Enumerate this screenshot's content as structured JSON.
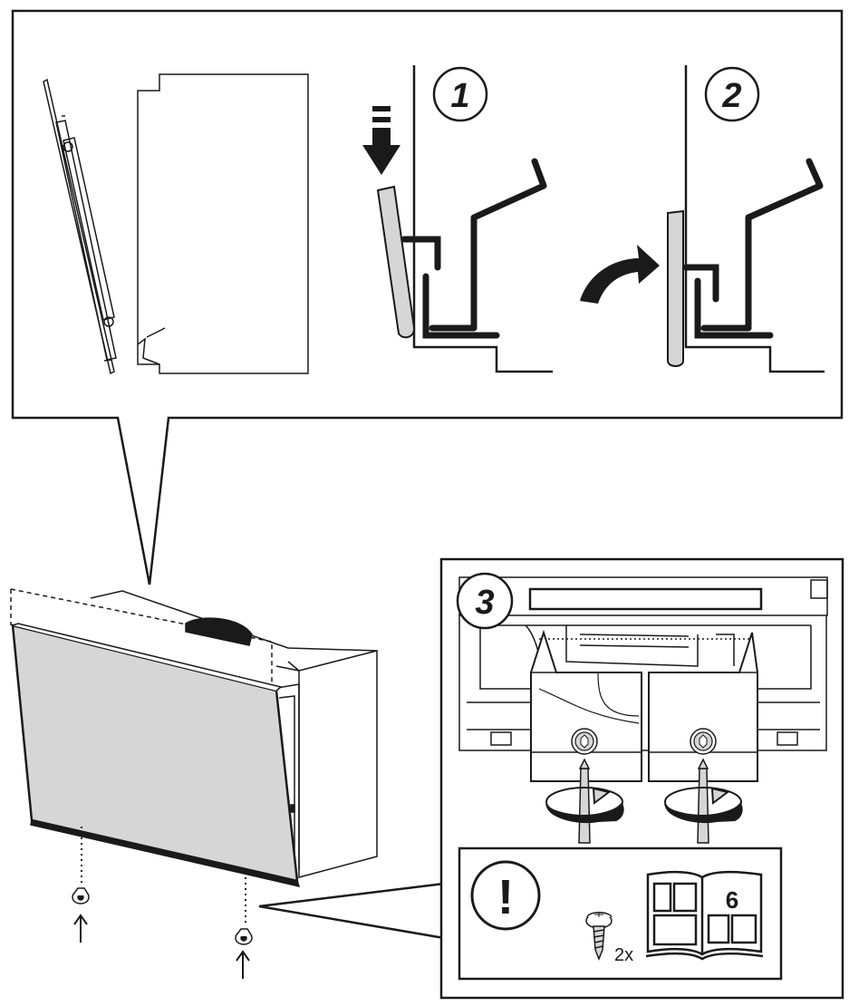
{
  "steps": {
    "step1": "1",
    "step2": "2",
    "step3": "3"
  },
  "notice": {
    "warning_symbol": "!",
    "screw_quantity": "2x",
    "manual_page": "6"
  },
  "icons": {
    "warning": "exclamation-circle-icon",
    "screw": "screw-icon",
    "manual": "open-manual-icon",
    "rotate": "rotate-arrow-icon",
    "down_arrow": "down-arrow-icon",
    "curved_arrow": "curved-arrow-icon",
    "up_arrow": "up-arrow-icon"
  },
  "colors": {
    "line": "#1a1a1a",
    "panel_fill": "#d6d6d6",
    "background": "#ffffff"
  }
}
